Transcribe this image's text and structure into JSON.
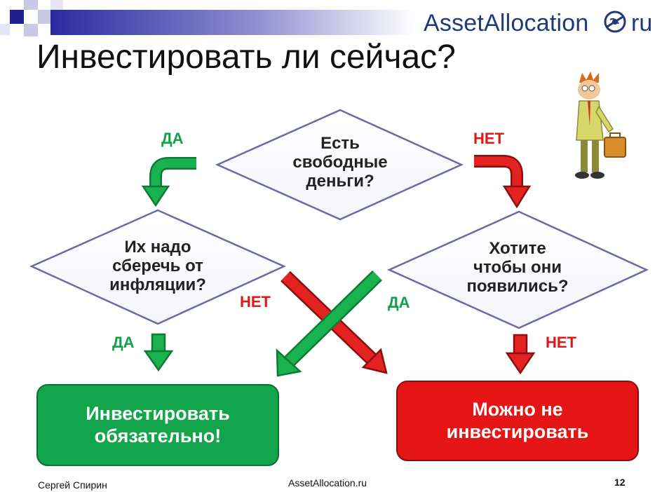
{
  "header": {
    "brand": "AssetAllocation",
    "brand_suffix": "ru",
    "title": "Инвестировать ли сейчас?"
  },
  "diagram": {
    "q_top": [
      "Есть",
      "свободные",
      "деньги?"
    ],
    "q_left": [
      "Их надо",
      "сберечь от",
      "инфляции?"
    ],
    "q_right": [
      "Хотите",
      "чтобы они",
      "появились?"
    ],
    "labels": {
      "yes_top_left": "ДА",
      "no_top_right": "НЕТ",
      "no_cross": "НЕТ",
      "yes_cross": "ДА",
      "yes_bottom_left": "ДА",
      "no_bottom_right": "НЕТ"
    },
    "result_invest": [
      "Инвестировать",
      "обязательно!"
    ],
    "result_no_invest": [
      "Можно не",
      "инвестировать"
    ]
  },
  "footer": {
    "author": "Сергей Спирин",
    "site": "AssetAllocation.ru",
    "page": "12"
  },
  "colors": {
    "green": "#13a04a",
    "red": "#e01818",
    "diamond_border": "#6a6aa8",
    "brand": "#1f3a78"
  }
}
